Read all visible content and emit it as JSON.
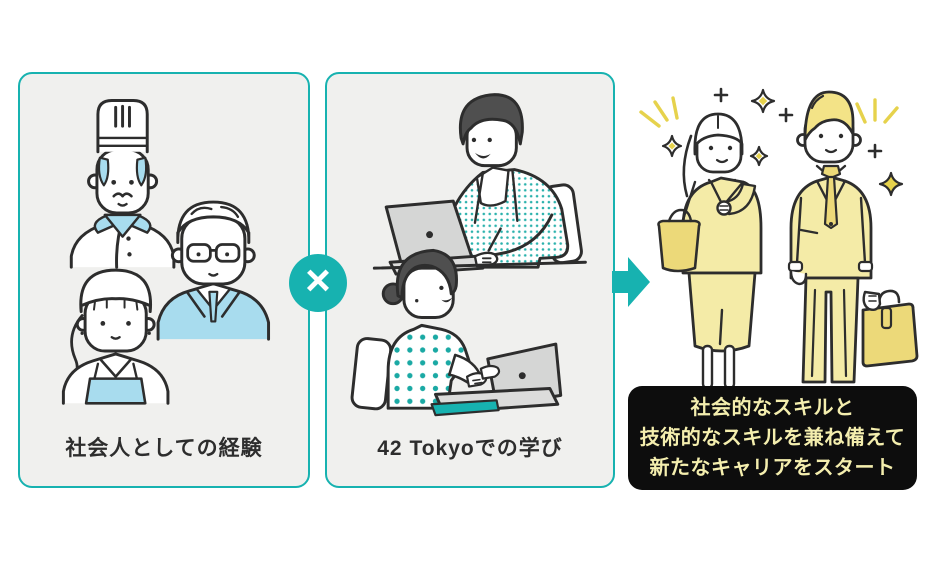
{
  "flow": {
    "cards": [
      {
        "id": "experience",
        "label": "社会人としての経験"
      },
      {
        "id": "learning",
        "label": "42 Tokyoでの学び"
      }
    ],
    "operator": "×",
    "result_caption": {
      "lines": [
        "社会的なスキルと",
        "技術的なスキルを兼ね備えて",
        "新たなキャリアをスタート"
      ]
    }
  },
  "colors": {
    "page_bg": "#ffffff",
    "teal": "#17b2b0",
    "card_bg": "#f0f0ee",
    "ink": "#2d2d2d",
    "light_blue": "#a8dcee",
    "dot_teal": "#29b1ac",
    "laptop_gray": "#d5d6d5",
    "hair_dark": "#4f4f4f",
    "suit_yellow": "#f4eba7",
    "accent_yellow": "#ecd979",
    "sparkle_yellow": "#e6d24c",
    "caption_bg": "#0d0d0d",
    "caption_text": "#f4eeae"
  }
}
